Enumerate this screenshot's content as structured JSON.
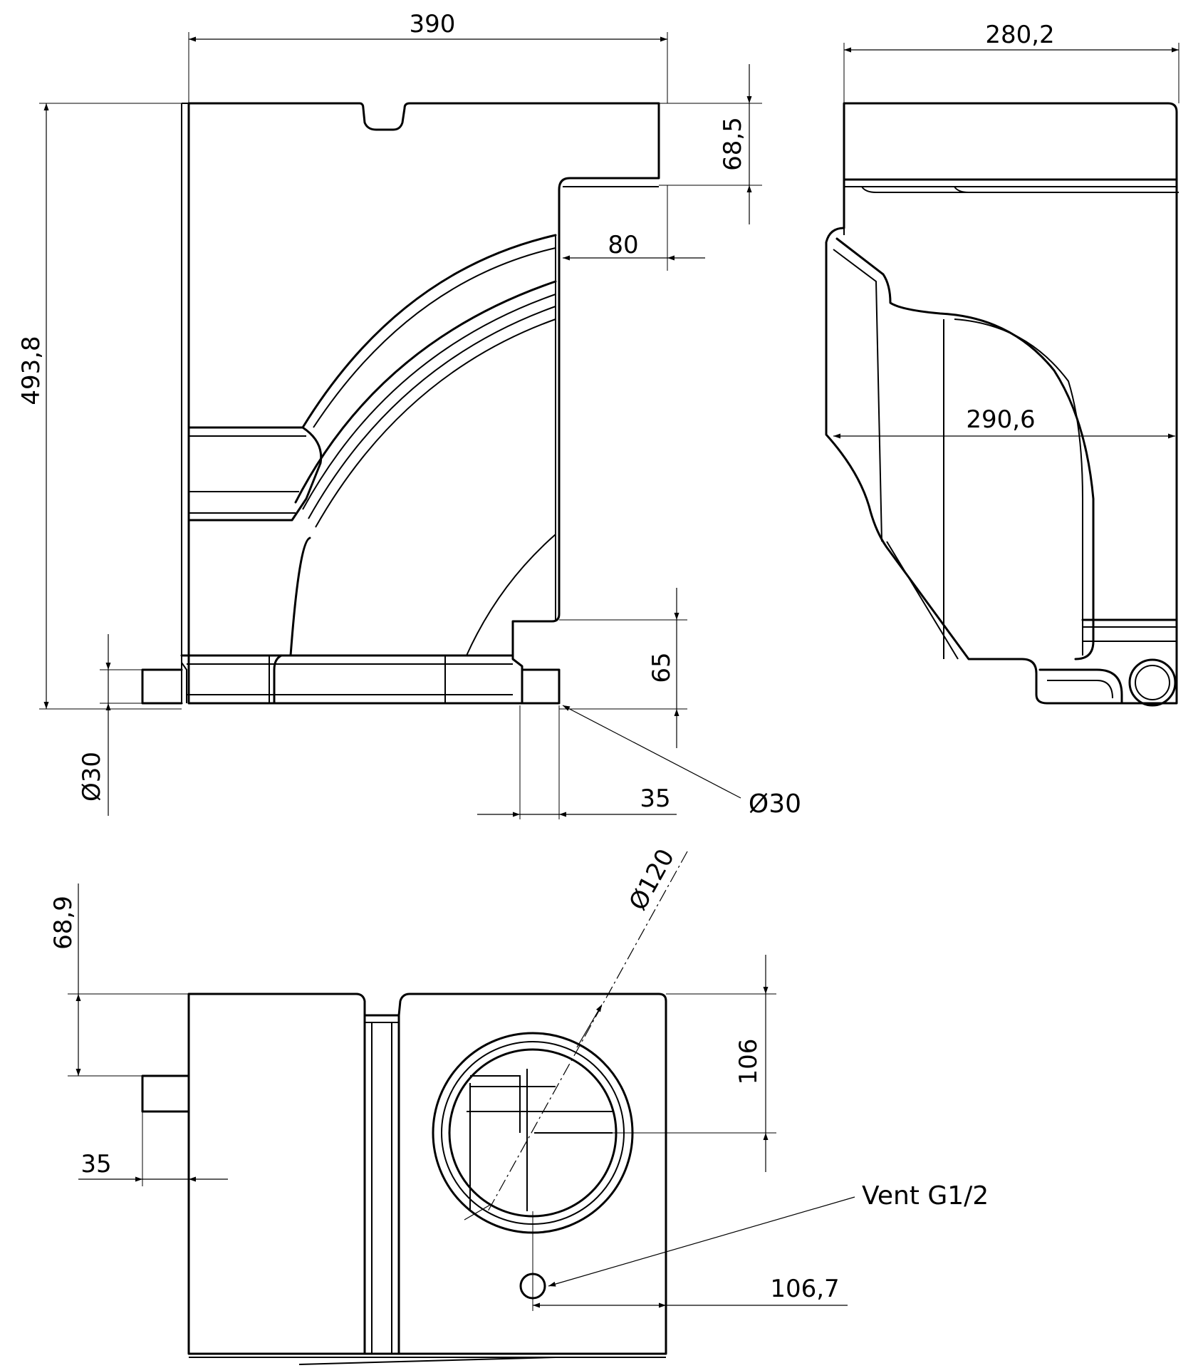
{
  "dimensions": {
    "width_390": "390",
    "width_280_2": "280,2",
    "height_493_8": "493,8",
    "height_68_5": "68,5",
    "offset_80": "80",
    "depth_290_6": "290,6",
    "height_65": "65",
    "dia_30_left": "Ø30",
    "offset_35_front": "35",
    "dia_30_outlet": "Ø30",
    "dia_120": "Ø120",
    "offset_68_9": "68,9",
    "offset_106": "106",
    "offset_35_top": "35",
    "offset_106_7": "106,7"
  },
  "labels": {
    "vent": "Vent G1/2"
  }
}
